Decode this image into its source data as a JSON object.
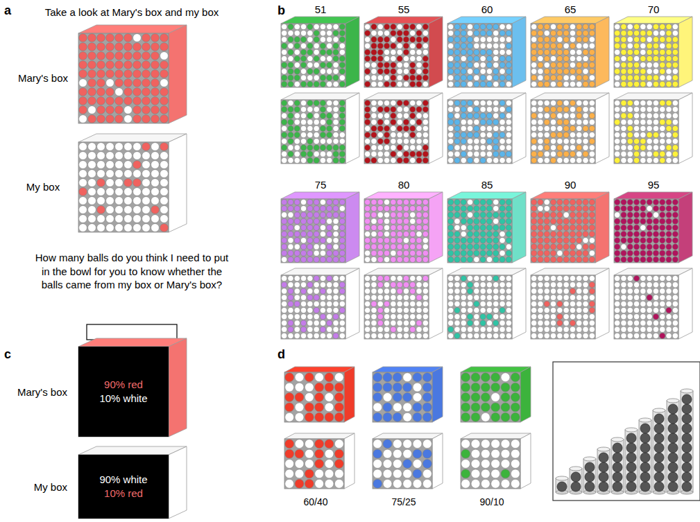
{
  "diagram": {
    "nodes": [
      {
        "text": [
          "Mary's box",
          "90% red",
          "10% white"
        ]
      },
      {
        "text": [
          "My box",
          "90% white",
          "10% red"
        ]
      }
    ],
    "labels": [
      "a",
      "Take a look at Mary's box and my box",
      "Mary's box",
      "My box",
      "How many balls do you think I need to put in the bowl for you to know whether the balls came from my box or Mary's box?",
      "b",
      "51",
      "55",
      "60",
      "65",
      "70",
      "75",
      "80",
      "85",
      "90",
      "95",
      "c",
      "d",
      "60/40",
      "75/25",
      "90/10"
    ]
  }
}
